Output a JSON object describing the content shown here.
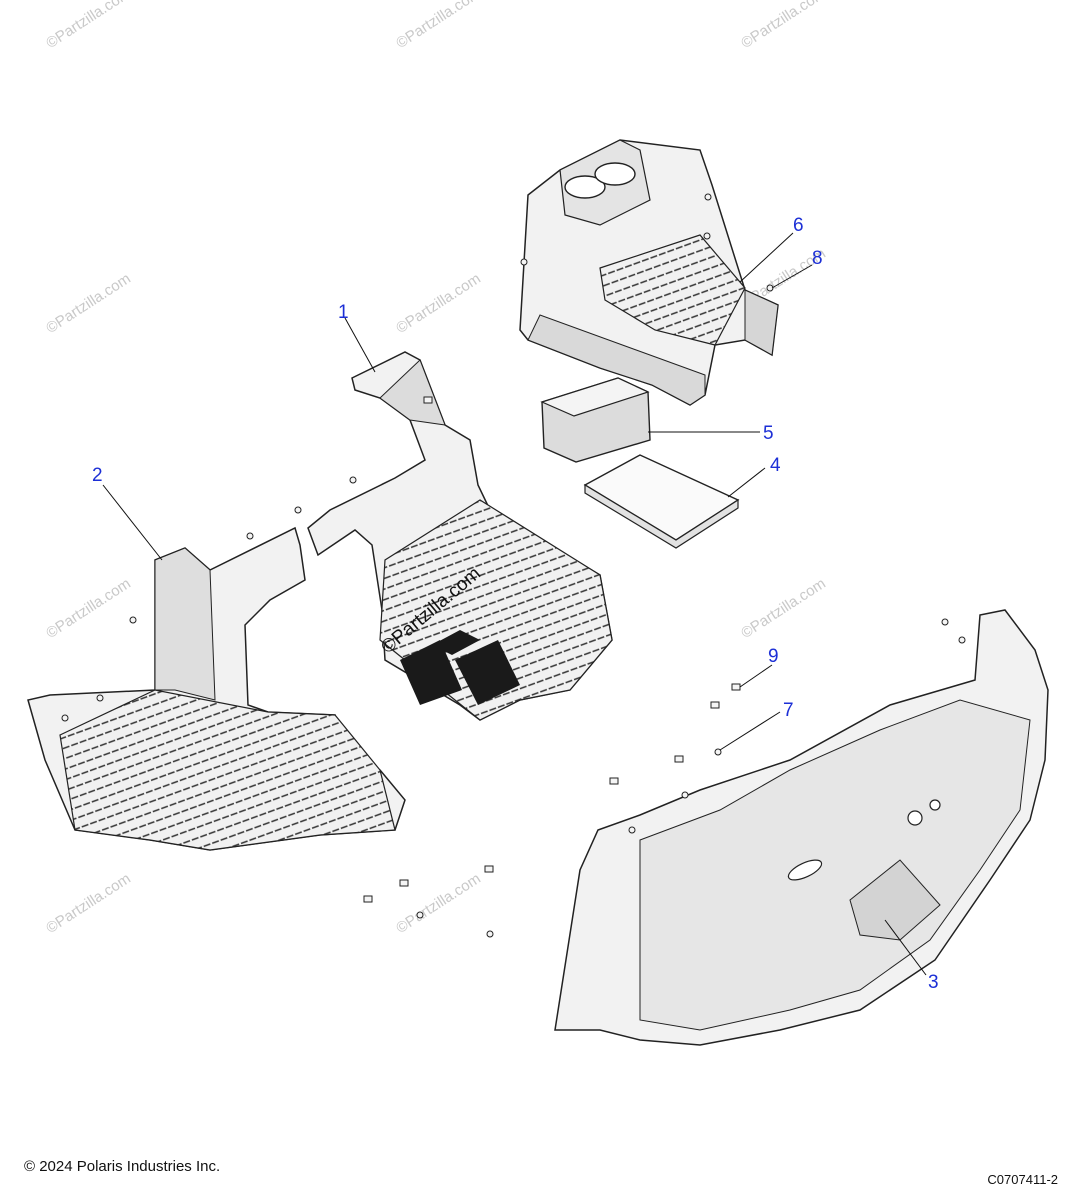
{
  "watermark": {
    "text": "©Partzilla.com"
  },
  "callouts": [
    {
      "id": "1",
      "label": "1"
    },
    {
      "id": "2",
      "label": "2"
    },
    {
      "id": "3",
      "label": "3"
    },
    {
      "id": "4",
      "label": "4"
    },
    {
      "id": "5",
      "label": "5"
    },
    {
      "id": "6",
      "label": "6"
    },
    {
      "id": "7",
      "label": "7"
    },
    {
      "id": "8",
      "label": "8"
    },
    {
      "id": "9",
      "label": "9"
    }
  ],
  "footer": {
    "copyright": "© 2024 Polaris Industries Inc.",
    "diagram_code": "C0707411-2"
  },
  "colors": {
    "callout": "#1c2fd6",
    "part_fill": "#f1f1f1",
    "part_shade": "#d9d9d9",
    "outline": "#222222",
    "watermark": "#c9c9c9"
  }
}
